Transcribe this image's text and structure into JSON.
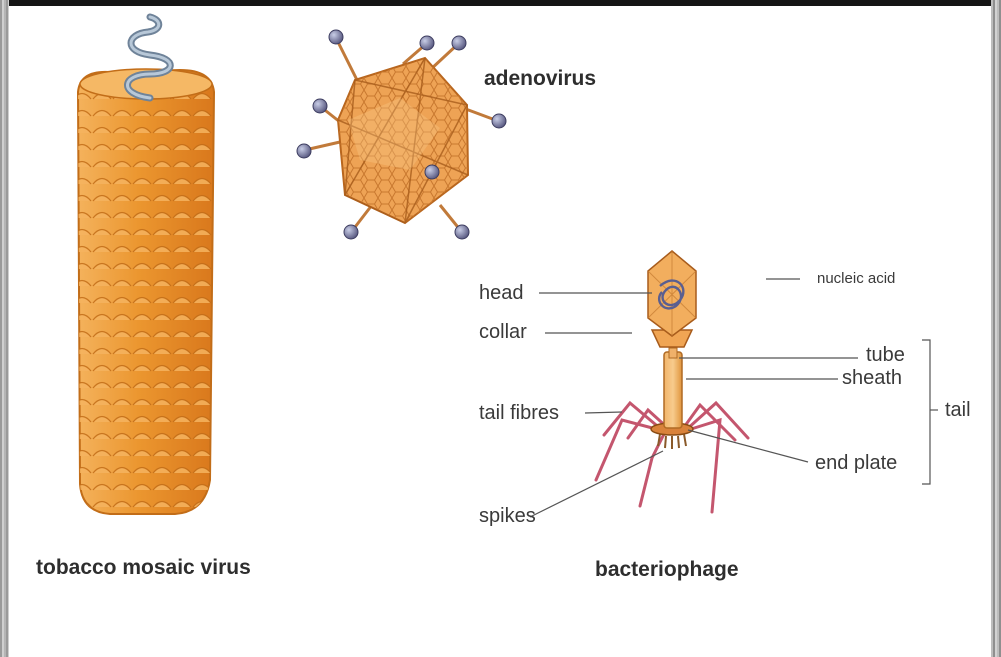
{
  "captions": {
    "tmv": "tobacco mosaic virus",
    "adenovirus": "adenovirus",
    "bacteriophage": "bacteriophage"
  },
  "labels": {
    "head": "head",
    "collar": "collar",
    "tail_fibres": "tail fibres",
    "spikes": "spikes",
    "nucleic_acid": "nucleic acid",
    "tube": "tube",
    "sheath": "sheath",
    "tail": "tail",
    "end_plate": "end plate"
  },
  "colors": {
    "capsid_orange": "#e8912e",
    "capsid_light": "#f6b864",
    "rna_coil": "#9fb4c8",
    "fibre_pink": "#c4566e",
    "knob_purple": "#6c6c9c",
    "leader_line": "#555555"
  }
}
